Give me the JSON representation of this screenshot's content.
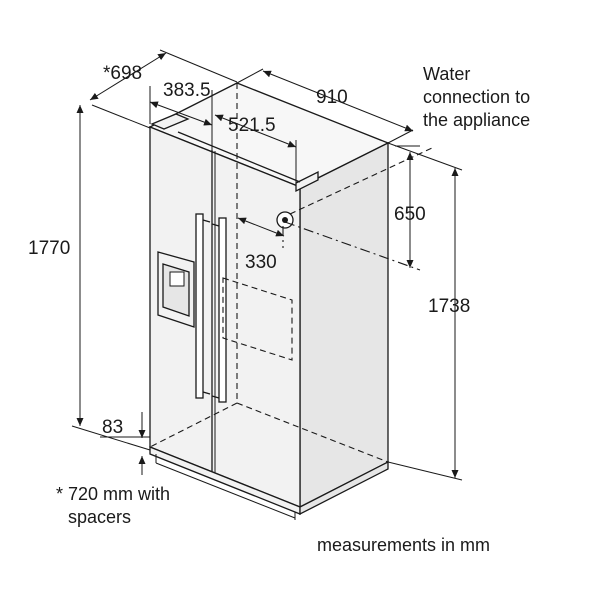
{
  "labels": {
    "depth_with_spacers": "*698",
    "door_depth": "383.5",
    "width": "910",
    "inner_depth": "521.5",
    "water_connection": [
      "Water",
      "connection to",
      "the appliance"
    ],
    "height_total": "1770",
    "water_height": "650",
    "water_offset": "330",
    "body_height": "1738",
    "foot_height": "83",
    "spacer_note": [
      "* 720 mm with",
      "spacers"
    ],
    "units": "measurements in mm"
  }
}
